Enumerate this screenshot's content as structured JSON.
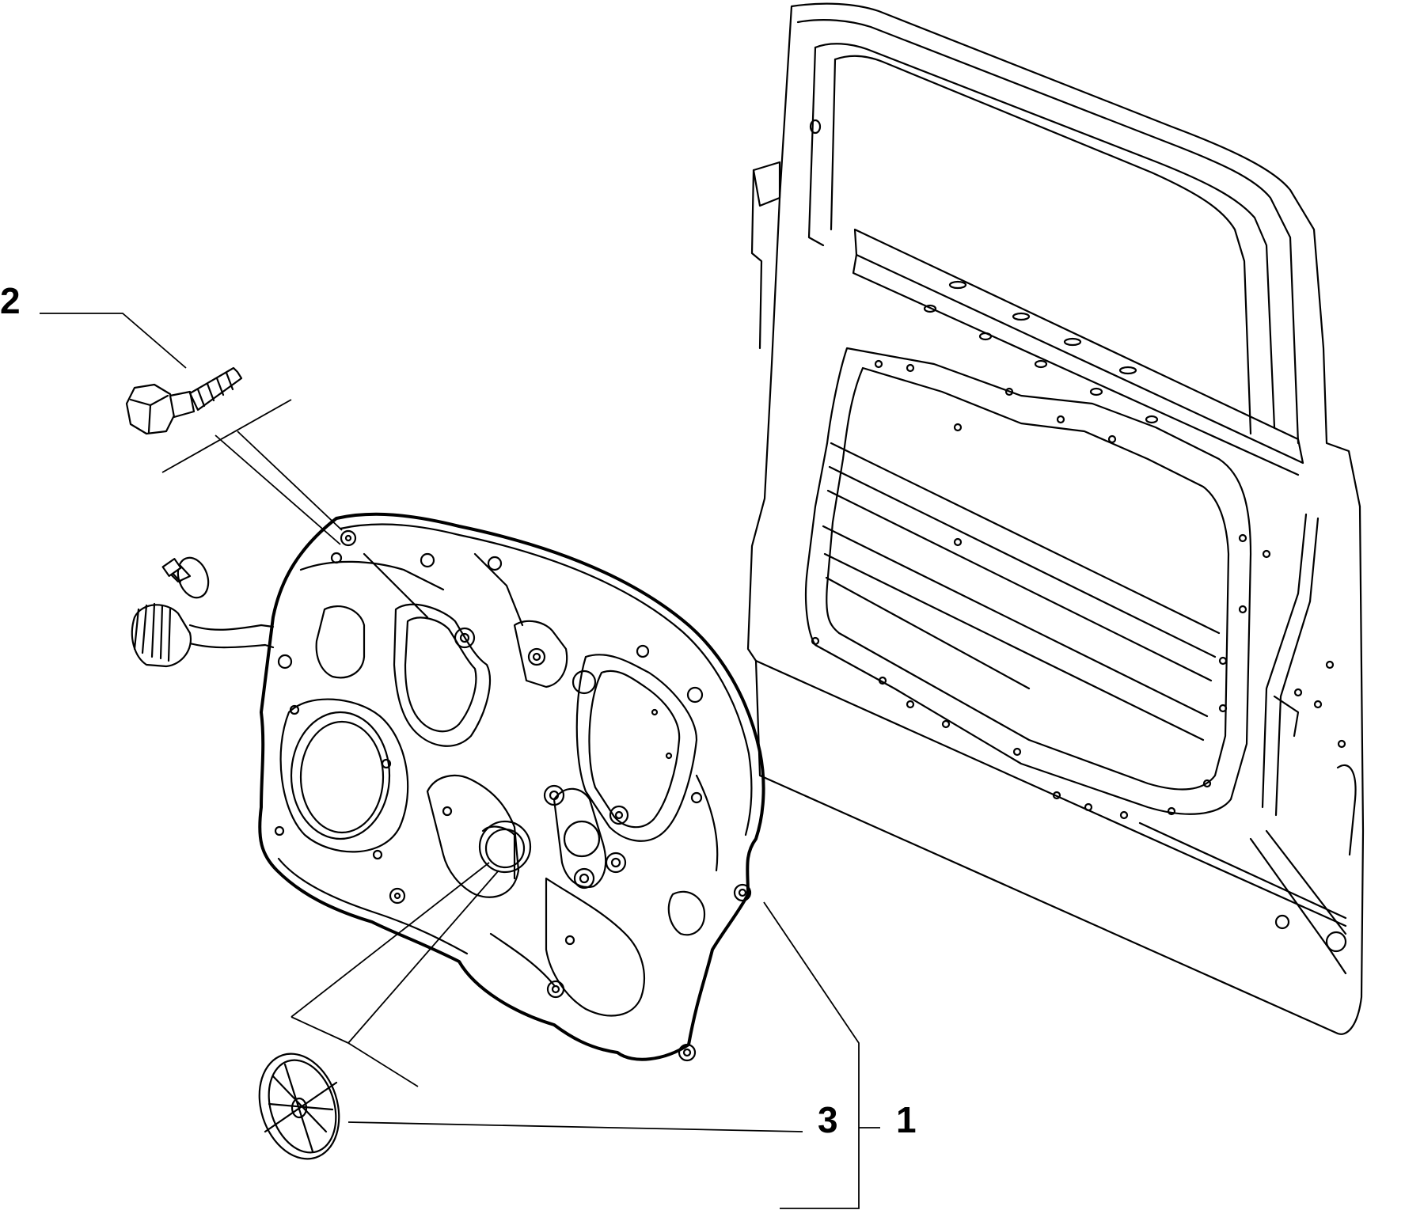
{
  "callouts": {
    "door_frame": "1",
    "screw": "2",
    "plug": "3"
  },
  "colors": {
    "line": "#000000",
    "background": "#ffffff"
  }
}
